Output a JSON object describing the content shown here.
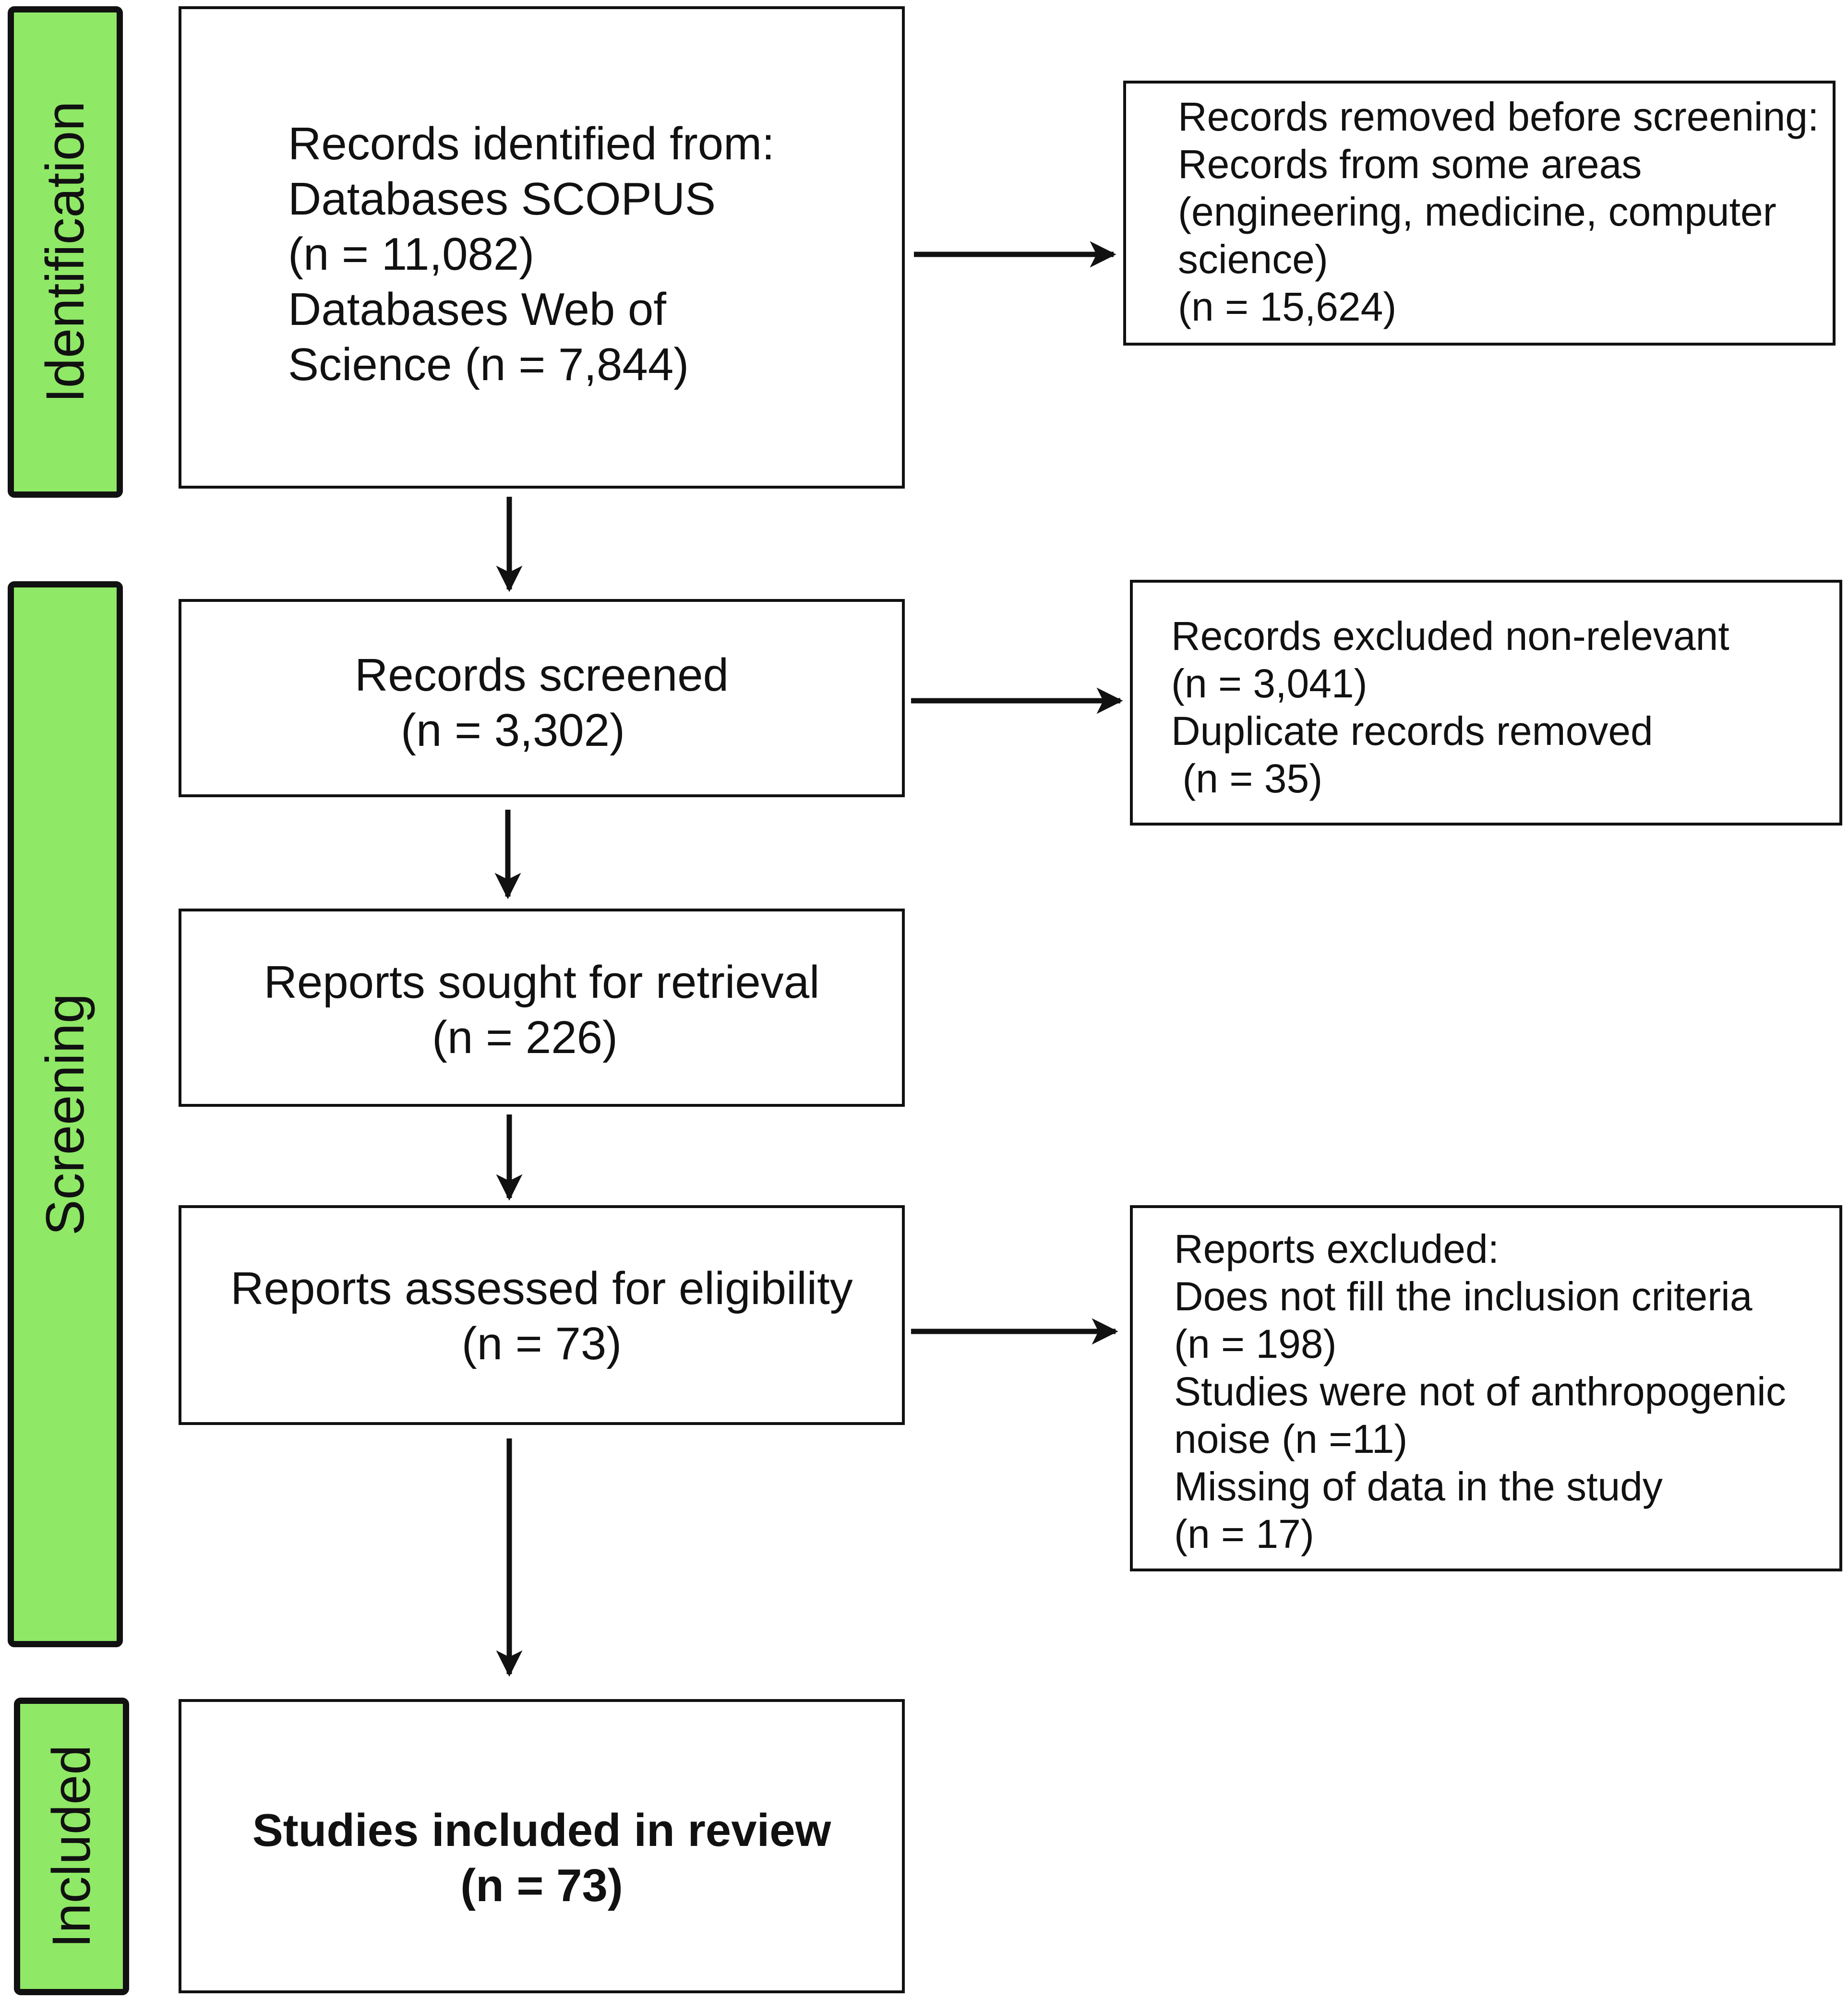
{
  "phases": {
    "identification": "Identification",
    "screening": "Screening",
    "included": "Included"
  },
  "nodes": {
    "identified": {
      "lines": [
        "Records identified from:",
        "Databases SCOPUS",
        "(n = 11,082)",
        "Databases Web of",
        "Science (n = 7,844)"
      ]
    },
    "removed_before_screening": {
      "lines": [
        "Records removed before screening:",
        "Records from some areas",
        "(engineering, medicine, computer",
        "science)",
        "(n = 15,624)"
      ]
    },
    "screened": {
      "lines": [
        "Records screened",
        "(n = 3,302)"
      ]
    },
    "excluded_screening": {
      "lines": [
        "Records excluded non-relevant",
        "(n = 3,041)",
        "Duplicate records removed",
        " (n = 35)"
      ]
    },
    "sought": {
      "lines": [
        "Reports sought for retrieval",
        "(n = 226)"
      ]
    },
    "assessed": {
      "lines": [
        "Reports assessed for eligibility",
        "(n = 73)"
      ]
    },
    "reports_excluded": {
      "lines": [
        "Reports excluded:",
        "Does not fill the inclusion criteria",
        "(n = 198)",
        "Studies were not of anthropogenic",
        "noise (n =11)",
        "Missing of data in the study",
        "(n = 17)"
      ]
    },
    "included": {
      "lines": [
        "Studies included in review",
        "(n = 73)"
      ]
    }
  }
}
